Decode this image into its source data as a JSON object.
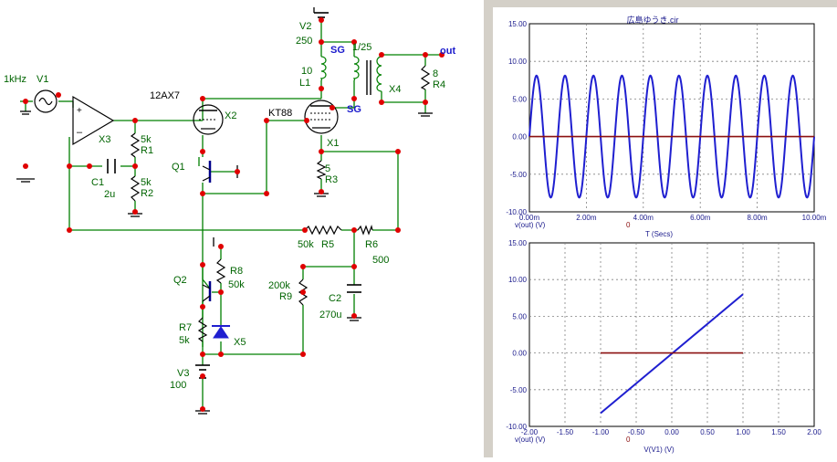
{
  "schematic": {
    "components": [
      {
        "name": "source-v1-label",
        "lines": [
          "1kHz",
          "V1"
        ]
      },
      {
        "name": "opamp-x3-label",
        "lines": [
          "X3"
        ]
      },
      {
        "name": "r1-label",
        "lines": [
          "5k",
          "R1"
        ]
      },
      {
        "name": "c1-label",
        "lines": [
          "C1",
          "2u"
        ]
      },
      {
        "name": "r2-label",
        "lines": [
          "5k",
          "R2"
        ]
      },
      {
        "name": "tube-12ax7-type",
        "lines": [
          "12AX7"
        ]
      },
      {
        "name": "tube-x2-label",
        "lines": [
          "X2"
        ]
      },
      {
        "name": "q1-label",
        "lines": [
          "Q1"
        ]
      },
      {
        "name": "tube-kt88-type",
        "lines": [
          "KT88"
        ]
      },
      {
        "name": "tube-x1-label",
        "lines": [
          "X1"
        ]
      },
      {
        "name": "v2-label",
        "lines": [
          "V2",
          "250"
        ]
      },
      {
        "name": "l1-label",
        "lines": [
          "10",
          "L1"
        ]
      },
      {
        "name": "sg-top-label",
        "lines": [
          "SG"
        ]
      },
      {
        "name": "sg-side-label",
        "lines": [
          "SG"
        ]
      },
      {
        "name": "ratio-label",
        "lines": [
          "1/25"
        ]
      },
      {
        "name": "x4-label",
        "lines": [
          "X4"
        ]
      },
      {
        "name": "out-label",
        "lines": [
          "out"
        ]
      },
      {
        "name": "r4-label",
        "lines": [
          "8",
          "R4"
        ]
      },
      {
        "name": "r3-label",
        "lines": [
          "5",
          "R3"
        ]
      },
      {
        "name": "r5-label",
        "lines": [
          "50k",
          "R5"
        ]
      },
      {
        "name": "r6-label",
        "lines": [
          "R6",
          "500"
        ]
      },
      {
        "name": "q2-label",
        "lines": [
          "Q2"
        ]
      },
      {
        "name": "r8-label",
        "lines": [
          "R8",
          "50k"
        ]
      },
      {
        "name": "r9-label",
        "lines": [
          "200k",
          "R9"
        ]
      },
      {
        "name": "c2-label",
        "lines": [
          "C2",
          "270u"
        ]
      },
      {
        "name": "r7-label",
        "lines": [
          "R7",
          "5k"
        ]
      },
      {
        "name": "x5-label",
        "lines": [
          "X5"
        ]
      },
      {
        "name": "v3-label",
        "lines": [
          "V3",
          "100"
        ]
      }
    ]
  },
  "plot": {
    "title": "広島ゆうき.cir",
    "colors": {
      "signal": "#1f1fd0",
      "reference": "#8b1010",
      "grid": "#808080",
      "axis_text": "#1a1a8c"
    }
  },
  "chart_data": [
    {
      "type": "line",
      "title": "広島ゆうき.cir",
      "xlabel": "T (Secs)",
      "ylabel": "v(out) (V)",
      "xlim": [
        0,
        0.01
      ],
      "ylim": [
        -10,
        15
      ],
      "x_tick_labels": [
        "0.00m",
        "2.00m",
        "4.00m",
        "6.00m",
        "8.00m",
        "10.00m"
      ],
      "y_tick_labels": [
        "15.00",
        "10.00",
        "5.00",
        "0.00",
        "-5.00",
        "-10.00"
      ],
      "corner_label": "0",
      "grid": true,
      "series": [
        {
          "label": "v(out) (V)",
          "kind": "sine",
          "amplitude": 8.1,
          "frequency_hz": 1000,
          "offset": 0
        },
        {
          "label": "reference",
          "kind": "constant",
          "value": 0
        }
      ]
    },
    {
      "type": "line",
      "title": "",
      "xlabel": "V(V1) (V)",
      "ylabel": "v(out) (V)",
      "xlim": [
        -2,
        2
      ],
      "ylim": [
        -10,
        15
      ],
      "x_tick_labels": [
        "-2.00",
        "-1.50",
        "-1.00",
        "-0.50",
        "0.00",
        "0.50",
        "1.00",
        "1.50",
        "2.00"
      ],
      "y_tick_labels": [
        "15.00",
        "10.00",
        "5.00",
        "0.00",
        "-5.00",
        "-10.00"
      ],
      "corner_label": "0",
      "grid": true,
      "series": [
        {
          "label": "v(out) (V)",
          "x": [
            -1,
            1
          ],
          "y": [
            -8.2,
            8.0
          ]
        },
        {
          "label": "reference",
          "x": [
            -1,
            1
          ],
          "y": [
            0,
            0
          ]
        }
      ]
    }
  ]
}
